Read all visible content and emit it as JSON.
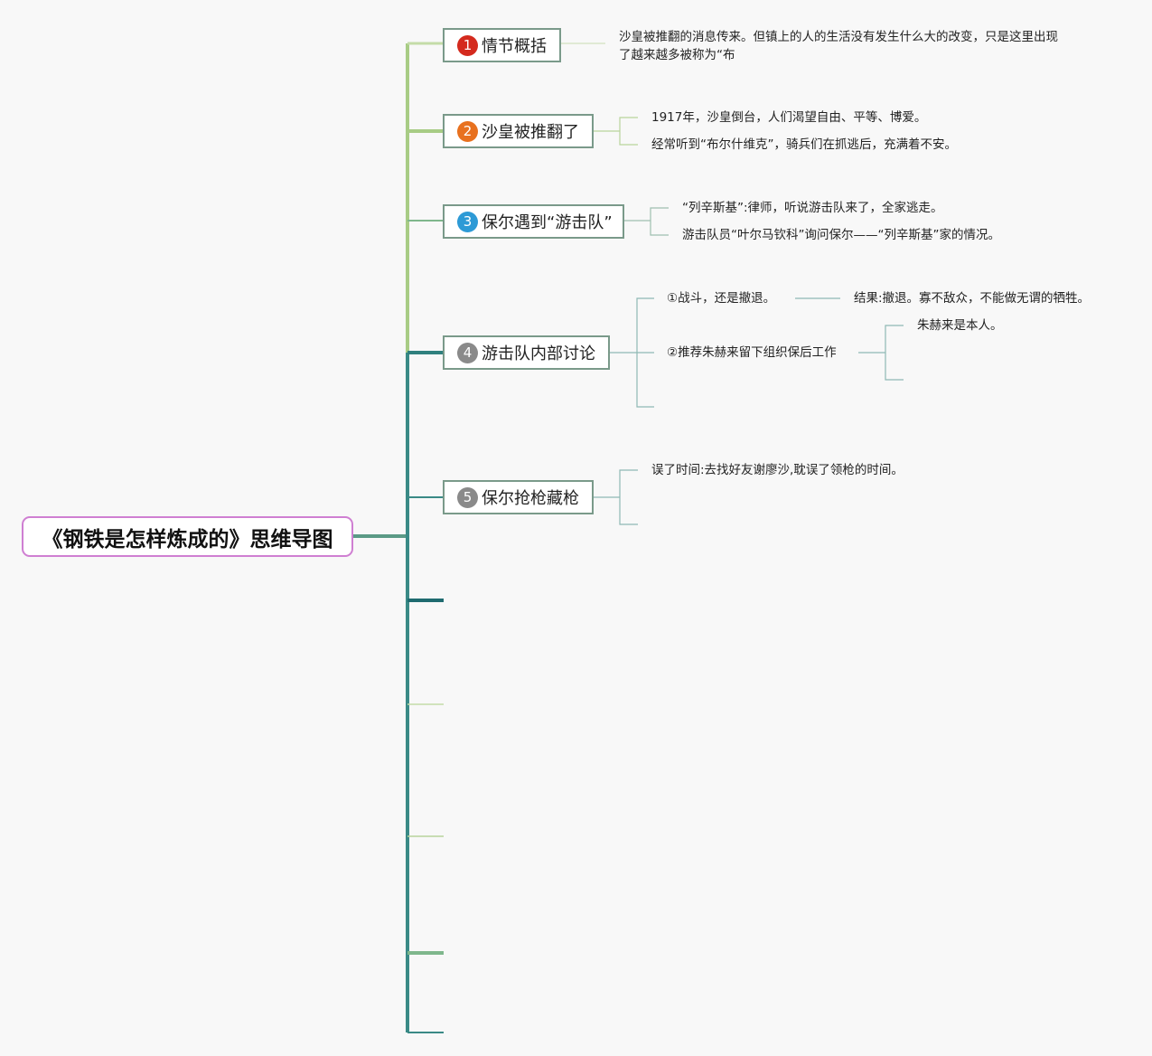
{
  "colors": {
    "root_border": "#cf7fd2",
    "topic_border": "#7a9a8a",
    "badge_1": "#d42a1e",
    "badge_2": "#e8711f",
    "badge_3": "#2d9ad6",
    "badge_4": "#8a8a8a",
    "badge_5": "#8a8a8a",
    "trunk_light": "#a8cc85",
    "trunk_dark": "#3a8a86",
    "leaf_line": "#9fbfb0"
  },
  "root": {
    "title": "《钢铁是怎样炼成的》思维导图"
  },
  "topics": [
    {
      "num": "1",
      "label": "情节概括",
      "leaves": [
        "沙皇被推翻的消息传来。但镇上的人的生活没有发生什么大的改变，只是这里出现了越来越多被称为“布"
      ]
    },
    {
      "num": "2",
      "label": "沙皇被推翻了",
      "leaves": [
        "1917年，沙皇倒台，人们渴望自由、平等、博爱。",
        "经常听到“布尔什维克”，骑兵们在抓逃后，充满着不安。"
      ]
    },
    {
      "num": "3",
      "label": "保尔遇到“游击队”",
      "leaves": [
        "“列辛斯基”:律师，听说游击队来了，全家逃走。",
        "游击队员“叶尔马钦科”询问保尔——“列辛斯基”家的情况。"
      ]
    },
    {
      "num": "4",
      "label": "游击队内部讨论",
      "leaves": [
        "①战斗，还是撤退。",
        "②推荐朱赫来留下组织保后工作"
      ],
      "subleaves": [
        "结果:撤退。寡不敌众，不能做无谓的牺牲。",
        "朱赫来是本人。"
      ]
    },
    {
      "num": "5",
      "label": "保尔抢枪藏枪",
      "leaves": [
        "误了时间:去找好友谢廖沙,耽误了领枪的时间。"
      ]
    }
  ]
}
